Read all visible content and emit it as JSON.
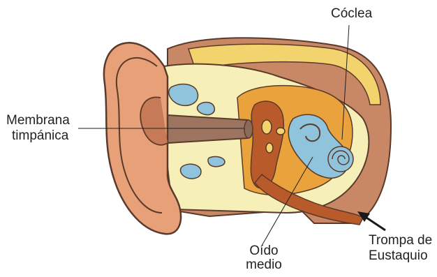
{
  "labels": {
    "coclea": "Cóclea",
    "membrana_line1": "Membrana",
    "membrana_line2": "timpánica",
    "oido_line1": "Oído",
    "oido_line2": "medio",
    "trompa_line1": "Trompa de",
    "trompa_line2": "Eustaquio"
  },
  "colors": {
    "skin": "#e8a078",
    "skin_shadow": "#c67a58",
    "bone_tissue": "#c88765",
    "yellow_tissue": "#f3d36e",
    "cream": "#f7efb8",
    "orange_band": "#e9a23c",
    "middle_ear": "#b95a2b",
    "fluid_blue": "#8fc4dc",
    "canal": "#9c7460",
    "outline": "#5a3a2a",
    "label_text": "#222222"
  }
}
